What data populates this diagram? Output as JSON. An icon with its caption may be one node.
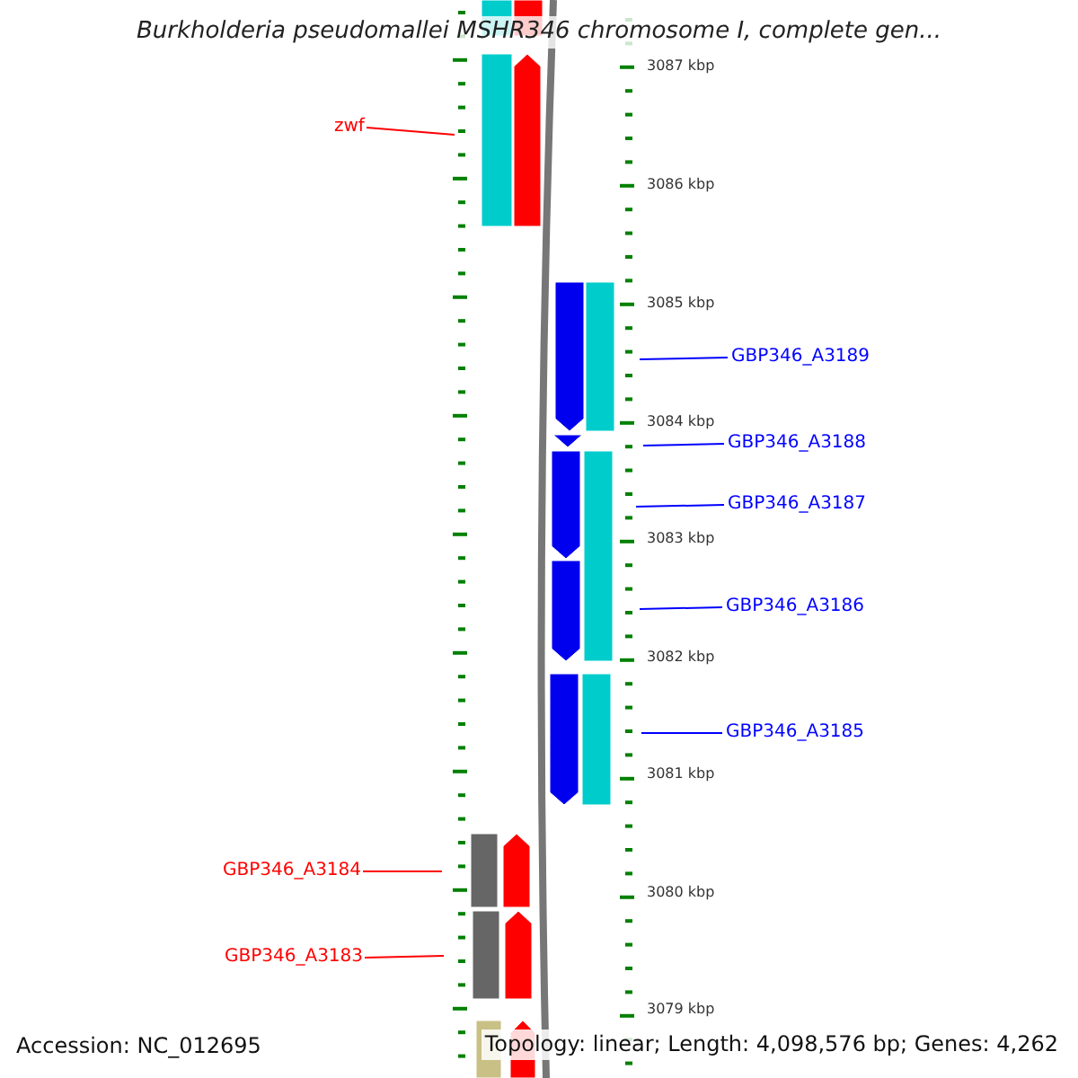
{
  "diagram": {
    "title": "Burkholderia pseudomallei MSHR346 chromosome I, complete gen...",
    "nodes": [
      {
        "text": [
          "zwf"
        ]
      },
      {
        "text": [
          "GBP346_A3189"
        ]
      },
      {
        "text": [
          "GBP346_A3188"
        ]
      },
      {
        "text": [
          "GBP346_A3187"
        ]
      },
      {
        "text": [
          "GBP346_A3186"
        ]
      },
      {
        "text": [
          "GBP346_A3185"
        ]
      },
      {
        "text": [
          "GBP346_A3184"
        ]
      },
      {
        "text": [
          "GBP346_A3183"
        ]
      }
    ],
    "edges": [
      {
        "from": 0,
        "to": null,
        "arrow": "none",
        "color": "#ff0000"
      },
      {
        "from": 1,
        "to": null,
        "arrow": "none"
      },
      {
        "from": 2,
        "to": null,
        "arrow": "none"
      },
      {
        "from": 3,
        "to": null,
        "arrow": "none"
      },
      {
        "from": 4,
        "to": null,
        "arrow": "none"
      },
      {
        "from": 5,
        "to": null,
        "arrow": "none"
      },
      {
        "from": 6,
        "to": null,
        "arrow": "none",
        "color": "#ff0000"
      },
      {
        "from": 7,
        "to": null,
        "arrow": "none",
        "color": "#ff0000"
      }
    ],
    "labels": [
      "3087 kbp",
      "3086 kbp",
      "3085 kbp",
      "3084 kbp",
      "3083 kbp",
      "3082 kbp",
      "3081 kbp",
      "3080 kbp",
      "3079 kbp",
      "Accession: NC_012695",
      "Topology: linear; Length: 4,098,576 bp; Genes: 4,262"
    ]
  }
}
